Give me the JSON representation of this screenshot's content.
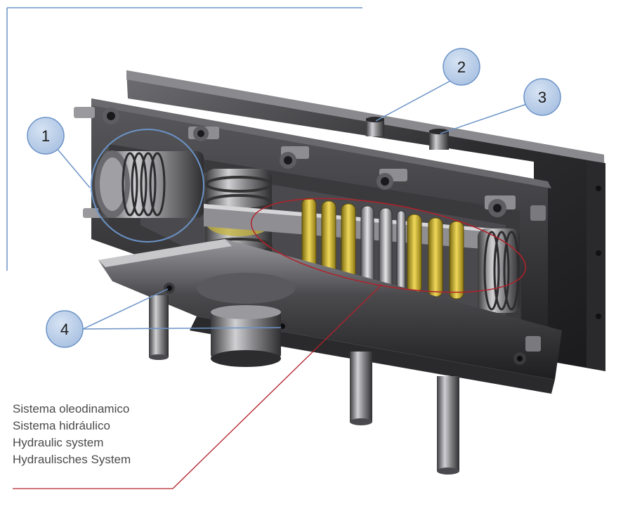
{
  "callouts": [
    {
      "id": "1",
      "label": "1"
    },
    {
      "id": "2",
      "label": "2"
    },
    {
      "id": "3",
      "label": "3"
    },
    {
      "id": "4",
      "label": "4"
    }
  ],
  "caption": {
    "lines": [
      "Sistema oleodinamico",
      "Sistema hidráulico",
      "Hydraulic system",
      "Hydraulisches System"
    ]
  },
  "colors": {
    "callout_fill": "#b9cde8",
    "callout_stroke": "#6b93c7",
    "leader_blue": "#6b93c7",
    "leader_red": "#b2202a",
    "spring_yellow": "#d8bb2c",
    "metal_dark": "#3a3a3c",
    "metal_light": "#b8b8bb"
  }
}
